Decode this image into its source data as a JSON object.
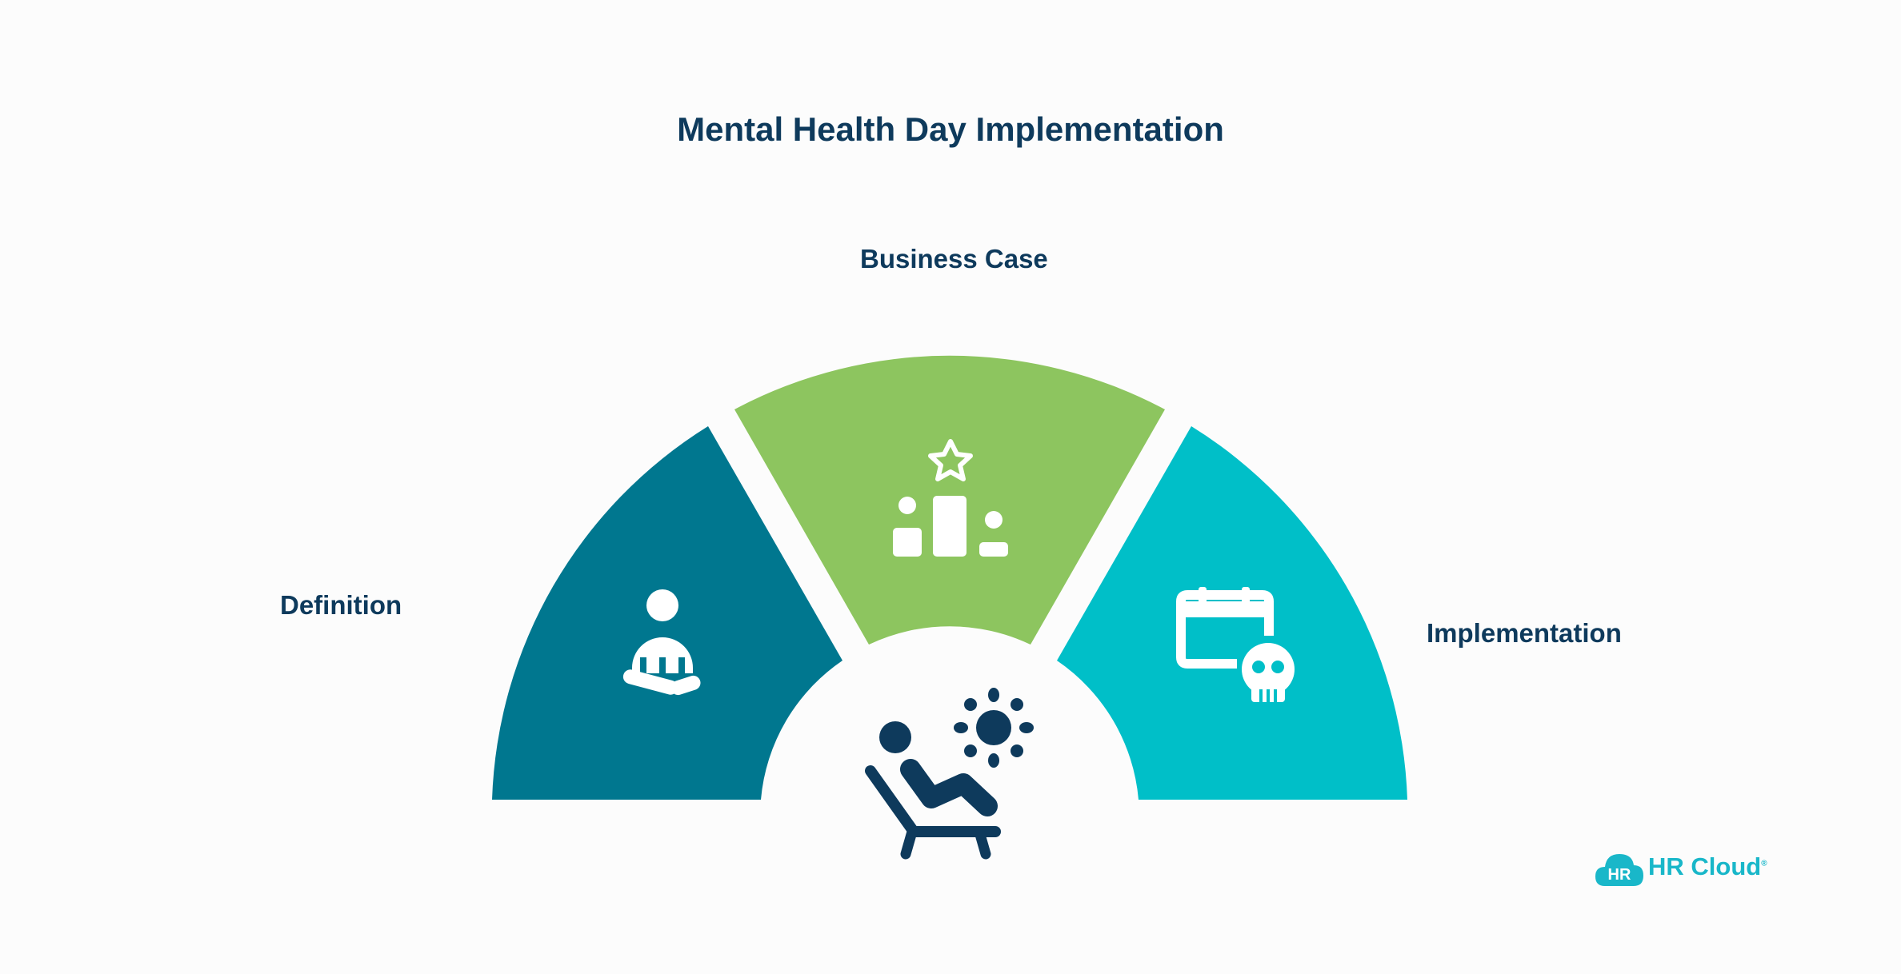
{
  "title": "Mental Health Day Implementation",
  "segments": [
    {
      "label": "Definition",
      "color": "#00778f",
      "icon": "meditation-person-icon"
    },
    {
      "label": "Business Case",
      "color": "#8dc55f",
      "icon": "podium-star-icon"
    },
    {
      "label": "Implementation",
      "color": "#00bfc8",
      "icon": "calendar-skull-icon"
    }
  ],
  "center_icon": "relaxing-lounge-chair-sun-icon",
  "logo": {
    "badge": "HR",
    "name": "HR Cloud",
    "mark": "®",
    "color": "#19b7c9"
  },
  "colors": {
    "title": "#0e3a5c",
    "icon_dark": "#0e3a5c",
    "icon_light": "#ffffff"
  }
}
